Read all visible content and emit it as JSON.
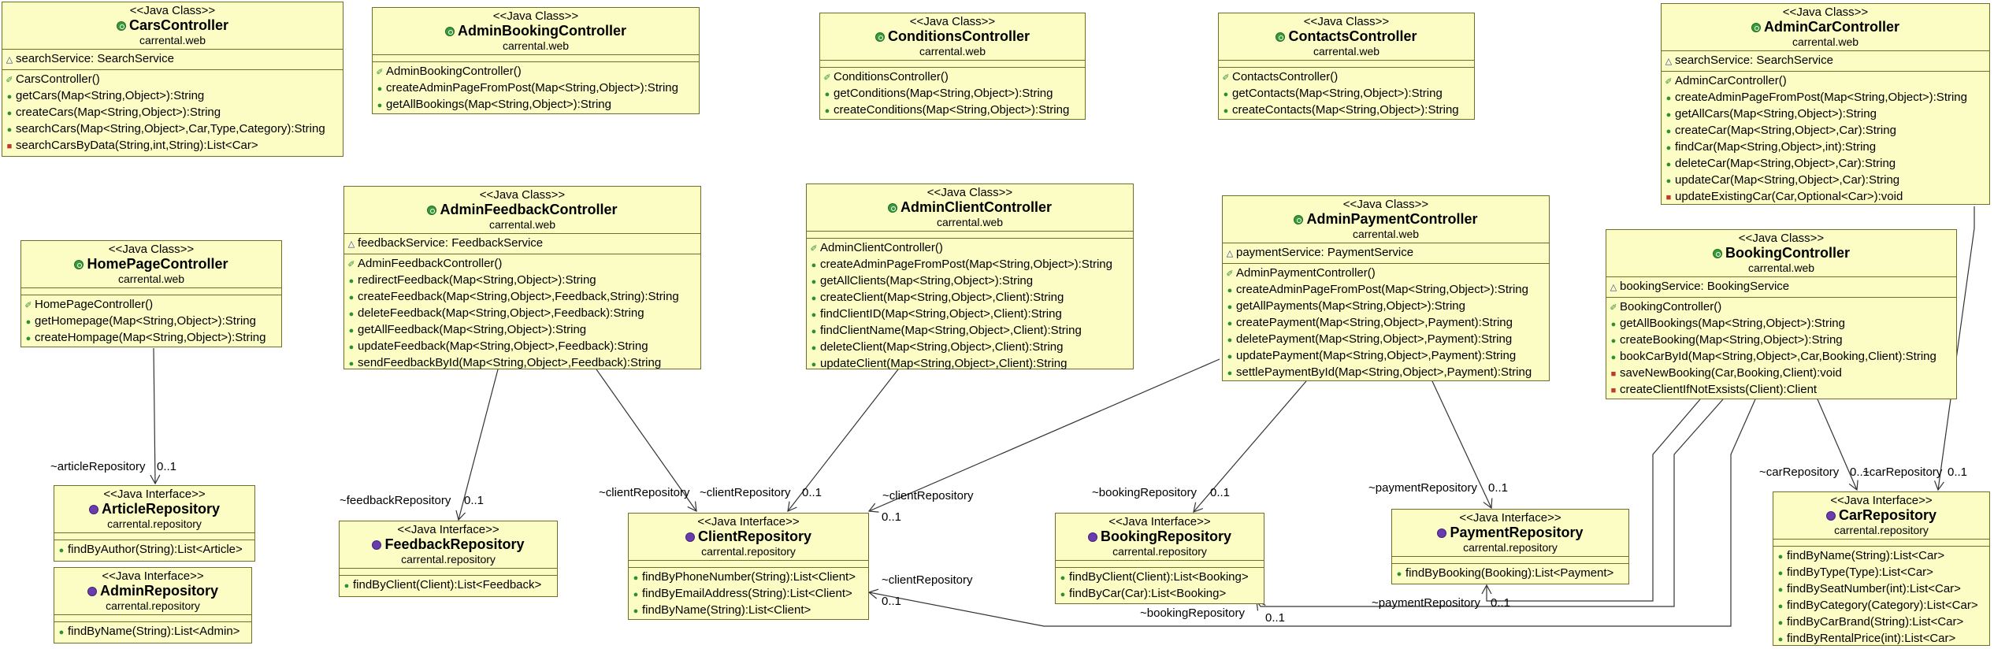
{
  "classes": {
    "cars": {
      "stereotype": "<<Java Class>>",
      "name": "CarsController",
      "package": "carrental.web",
      "fields": [
        "searchService: SearchService"
      ],
      "methods": [
        "CarsController()",
        "getCars(Map<String,Object>):String",
        "createCars(Map<String,Object>):String",
        "searchCars(Map<String,Object>,Car,Type,Category):String",
        "searchCarsByData(String,int,String):List<Car>"
      ]
    },
    "adminBooking": {
      "stereotype": "<<Java Class>>",
      "name": "AdminBookingController",
      "package": "carrental.web",
      "methods": [
        "AdminBookingController()",
        "createAdminPageFromPost(Map<String,Object>):String",
        "getAllBookings(Map<String,Object>):String"
      ]
    },
    "conditions": {
      "stereotype": "<<Java Class>>",
      "name": "ConditionsController",
      "package": "carrental.web",
      "methods": [
        "ConditionsController()",
        "getConditions(Map<String,Object>):String",
        "createConditions(Map<String,Object>):String"
      ]
    },
    "contacts": {
      "stereotype": "<<Java Class>>",
      "name": "ContactsController",
      "package": "carrental.web",
      "methods": [
        "ContactsController()",
        "getContacts(Map<String,Object>):String",
        "createContacts(Map<String,Object>):String"
      ]
    },
    "adminCar": {
      "stereotype": "<<Java Class>>",
      "name": "AdminCarController",
      "package": "carrental.web",
      "fields": [
        "searchService: SearchService"
      ],
      "methods": [
        "AdminCarController()",
        "createAdminPageFromPost(Map<String,Object>):String",
        "getAllCars(Map<String,Object>):String",
        "createCar(Map<String,Object>,Car):String",
        "findCar(Map<String,Object>,int):String",
        "deleteCar(Map<String,Object>,Car):String",
        "updateCar(Map<String,Object>,Car):String",
        "updateExistingCar(Car,Optional<Car>):void"
      ]
    },
    "homePage": {
      "stereotype": "<<Java Class>>",
      "name": "HomePageController",
      "package": "carrental.web",
      "methods": [
        "HomePageController()",
        "getHomepage(Map<String,Object>):String",
        "createHompage(Map<String,Object>):String"
      ]
    },
    "adminFeedback": {
      "stereotype": "<<Java Class>>",
      "name": "AdminFeedbackController",
      "package": "carrental.web",
      "fields": [
        "feedbackService: FeedbackService"
      ],
      "methods": [
        "AdminFeedbackController()",
        "redirectFeedback(Map<String,Object>):String",
        "createFeedback(Map<String,Object>,Feedback,String):String",
        "deleteFeedback(Map<String,Object>,Feedback):String",
        "getAllFeedback(Map<String,Object>):String",
        "updateFeedback(Map<String,Object>,Feedback):String",
        "sendFeedbackById(Map<String,Object>,Feedback):String"
      ]
    },
    "adminClient": {
      "stereotype": "<<Java Class>>",
      "name": "AdminClientController",
      "package": "carrental.web",
      "methods": [
        "AdminClientController()",
        "createAdminPageFromPost(Map<String,Object>):String",
        "getAllClients(Map<String,Object>):String",
        "createClient(Map<String,Object>,Client):String",
        "findClientID(Map<String,Object>,Client):String",
        "findClientName(Map<String,Object>,Client):String",
        "deleteClient(Map<String,Object>,Client):String",
        "updateClient(Map<String,Object>,Client):String"
      ]
    },
    "adminPayment": {
      "stereotype": "<<Java Class>>",
      "name": "AdminPaymentController",
      "package": "carrental.web",
      "fields": [
        "paymentService: PaymentService"
      ],
      "methods": [
        "AdminPaymentController()",
        "createAdminPageFromPost(Map<String,Object>):String",
        "getAllPayments(Map<String,Object>):String",
        "createPayment(Map<String,Object>,Payment):String",
        "deletePayment(Map<String,Object>,Payment):String",
        "updatePayment(Map<String,Object>,Payment):String",
        "settlePaymentById(Map<String,Object>,Payment):String"
      ]
    },
    "booking": {
      "stereotype": "<<Java Class>>",
      "name": "BookingController",
      "package": "carrental.web",
      "fields": [
        "bookingService: BookingService"
      ],
      "methods": [
        "BookingController()",
        "getAllBookings(Map<String,Object>):String",
        "createBooking(Map<String,Object>):String",
        "bookCarById(Map<String,Object>,Car,Booking,Client):String",
        "saveNewBooking(Car,Booking,Client):void",
        "createClientIfNotExsists(Client):Client"
      ]
    },
    "articleRepo": {
      "stereotype": "<<Java Interface>>",
      "name": "ArticleRepository",
      "package": "carrental.repository",
      "methods": [
        "findByAuthor(String):List<Article>"
      ]
    },
    "adminRepo": {
      "stereotype": "<<Java Interface>>",
      "name": "AdminRepository",
      "package": "carrental.repository",
      "methods": [
        "findByName(String):List<Admin>"
      ]
    },
    "feedbackRepo": {
      "stereotype": "<<Java Interface>>",
      "name": "FeedbackRepository",
      "package": "carrental.repository",
      "methods": [
        "findByClient(Client):List<Feedback>"
      ]
    },
    "clientRepo": {
      "stereotype": "<<Java Interface>>",
      "name": "ClientRepository",
      "package": "carrental.repository",
      "methods": [
        "findByPhoneNumber(String):List<Client>",
        "findByEmailAddress(String):List<Client>",
        "findByName(String):List<Client>"
      ]
    },
    "bookingRepo": {
      "stereotype": "<<Java Interface>>",
      "name": "BookingRepository",
      "package": "carrental.repository",
      "methods": [
        "findByClient(Client):List<Booking>",
        "findByCar(Car):List<Booking>"
      ]
    },
    "paymentRepo": {
      "stereotype": "<<Java Interface>>",
      "name": "PaymentRepository",
      "package": "carrental.repository",
      "methods": [
        "findByBooking(Booking):List<Payment>"
      ]
    },
    "carRepo": {
      "stereotype": "<<Java Interface>>",
      "name": "CarRepository",
      "package": "carrental.repository",
      "methods": [
        "findByName(String):List<Car>",
        "findByType(Type):List<Car>",
        "findBySeatNumber(int):List<Car>",
        "findByCategory(Category):List<Car>",
        "findByCarBrand(String):List<Car>",
        "findByRentalPrice(int):List<Car>"
      ]
    }
  },
  "edge_labels": {
    "article_role": "~articleRepository",
    "article_mult": "0..1",
    "feedback_role": "~feedbackRepository",
    "feedback_mult": "0..1",
    "client_role_a": "~clientRepository",
    "client_role_b": "~clientRepository",
    "client_mult_a": "0..1",
    "client_role_c": "~clientRepository",
    "client_mult_c": "0..1",
    "client_role_d": "~clientRepository",
    "client_mult_d": "0..1",
    "booking_role_a": "~bookingRepository",
    "booking_mult_a": "0..1",
    "booking_role_b": "~bookingRepository",
    "booking_mult_b": "0..1",
    "payment_role_a": "~paymentRepository",
    "payment_mult_a": "0..1",
    "payment_role_b": "~paymentRepository",
    "payment_mult_b": "0..1",
    "car_role_a": "~carRepository",
    "car_mult_a": "0..1",
    "car_role_b": "~carRepository",
    "car_mult_b": "0..1"
  },
  "colors": {
    "class_fill": "#fcfcc5",
    "class_border": "#6e6e28",
    "edge": "#333333"
  }
}
